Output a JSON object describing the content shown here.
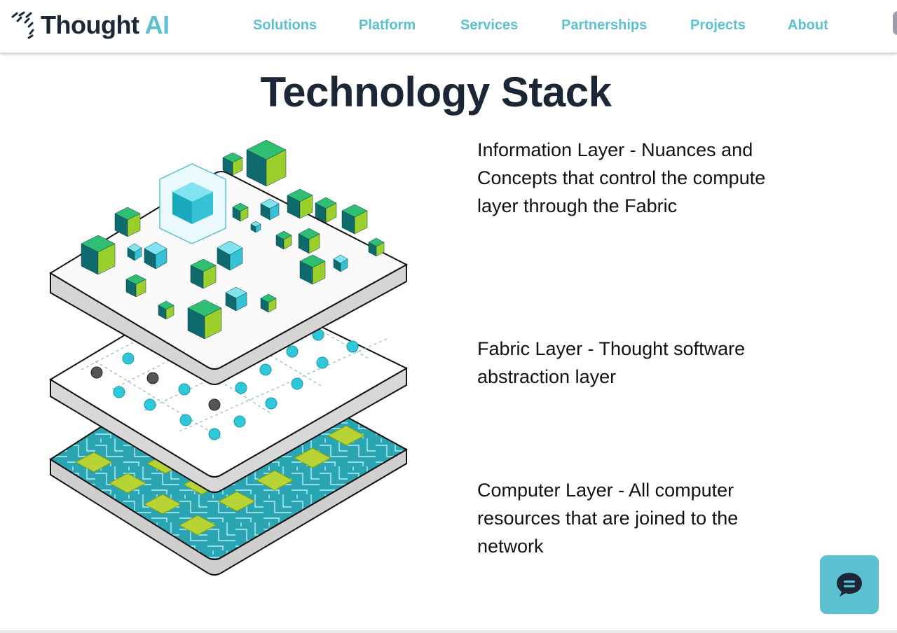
{
  "brand": {
    "word1": "Thought",
    "word2": "AI",
    "accent_color": "#5bc0cf",
    "dark_color": "#1b2636"
  },
  "nav": {
    "items": [
      {
        "label": "Solutions"
      },
      {
        "label": "Platform"
      },
      {
        "label": "Services"
      },
      {
        "label": "Partnerships"
      },
      {
        "label": "Projects"
      },
      {
        "label": "About"
      }
    ]
  },
  "main": {
    "title": "Technology Stack",
    "illustration_icon": "three-layer-isometric-stack",
    "layers": [
      {
        "text": "Information Layer - Nuances and Concepts that control the compute layer through the Fabric"
      },
      {
        "text": "Fabric Layer - Thought software abstraction layer"
      },
      {
        "text": "Computer Layer - All computer resources that are joined to the network"
      }
    ]
  },
  "chat": {
    "icon": "chat-bubble-icon"
  }
}
